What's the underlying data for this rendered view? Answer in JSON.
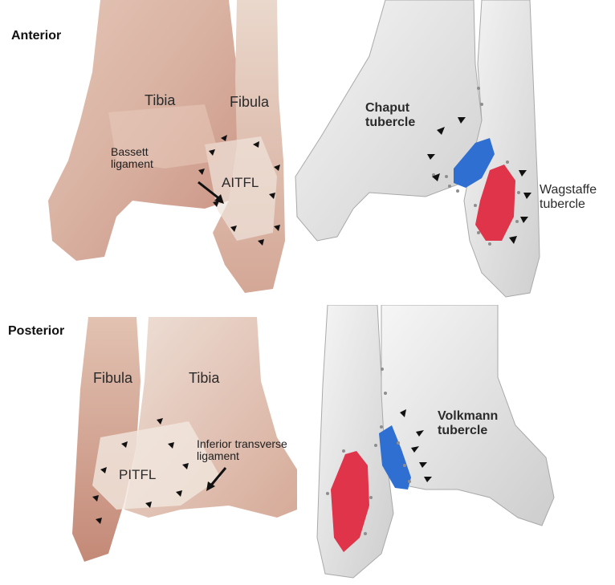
{
  "sections": {
    "anterior": "Anterior",
    "posterior": "Posterior"
  },
  "anterior_cadaver": {
    "tibia": "Tibia",
    "fibula": "Fibula",
    "bassett": "Bassett\nligament",
    "aitfl": "AITFL"
  },
  "anterior_model": {
    "chaput": "Chaput\ntubercle",
    "wagstaffe": "Wagstaffe\ntubercle"
  },
  "posterior_cadaver": {
    "fibula": "Fibula",
    "tibia": "Tibia",
    "pitfl": "PITFL",
    "inferior_transverse": "Inferior transverse\nligament"
  },
  "posterior_model": {
    "volkmann": "Volkmann\ntubercle"
  },
  "colors": {
    "tubercle_blue": "#2f6fd1",
    "tubercle_red": "#e0344a",
    "bone_model": "#ececec",
    "cadaver_bone": "#d9b4a4"
  }
}
